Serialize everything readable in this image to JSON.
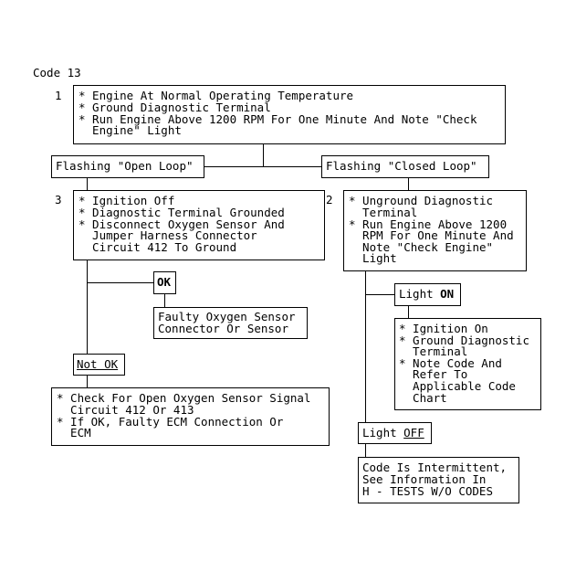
{
  "title": "Code 13",
  "steps": {
    "s1": {
      "num": "1",
      "lines": [
        "* Engine At Normal Operating Temperature",
        "* Ground Diagnostic Terminal",
        "* Run Engine Above 1200 RPM For One Minute And Note \"Check",
        "  Engine\" Light"
      ]
    },
    "s2": {
      "num": "2",
      "lines": [
        "* Unground Diagnostic",
        "  Terminal",
        "* Run Engine Above 1200",
        "  RPM For One Minute And",
        "  Note \"Check Engine\"",
        "  Light"
      ]
    },
    "s3": {
      "num": "3",
      "lines": [
        "* Ignition Off",
        "* Diagnostic Terminal Grounded",
        "* Disconnect Oxygen Sensor And",
        "  Jumper Harness Connector",
        "  Circuit 412 To Ground"
      ]
    }
  },
  "branches": {
    "open_loop": "Flashing \"Open Loop\"",
    "closed_loop": "Flashing \"Closed Loop\"",
    "ok": "OK",
    "not_ok": "Not OK",
    "light_on_prefix": "Light ",
    "light_on_word": "ON",
    "light_off_prefix": "Light ",
    "light_off_word": "OFF"
  },
  "results": {
    "faulty_sensor": [
      "Faulty Oxygen Sensor",
      "Connector Or Sensor"
    ],
    "check_open": [
      "* Check For Open Oxygen Sensor Signal",
      "  Circuit 412 Or 413",
      "* If OK, Faulty ECM Connection Or",
      "  ECM"
    ],
    "ignition_on": [
      "* Ignition On",
      "* Ground Diagnostic",
      "  Terminal",
      "* Note Code And",
      "  Refer To",
      "  Applicable Code",
      "  Chart"
    ],
    "intermittent": [
      "Code Is Intermittent,",
      "See Information In",
      "H - TESTS W/O CODES"
    ]
  }
}
